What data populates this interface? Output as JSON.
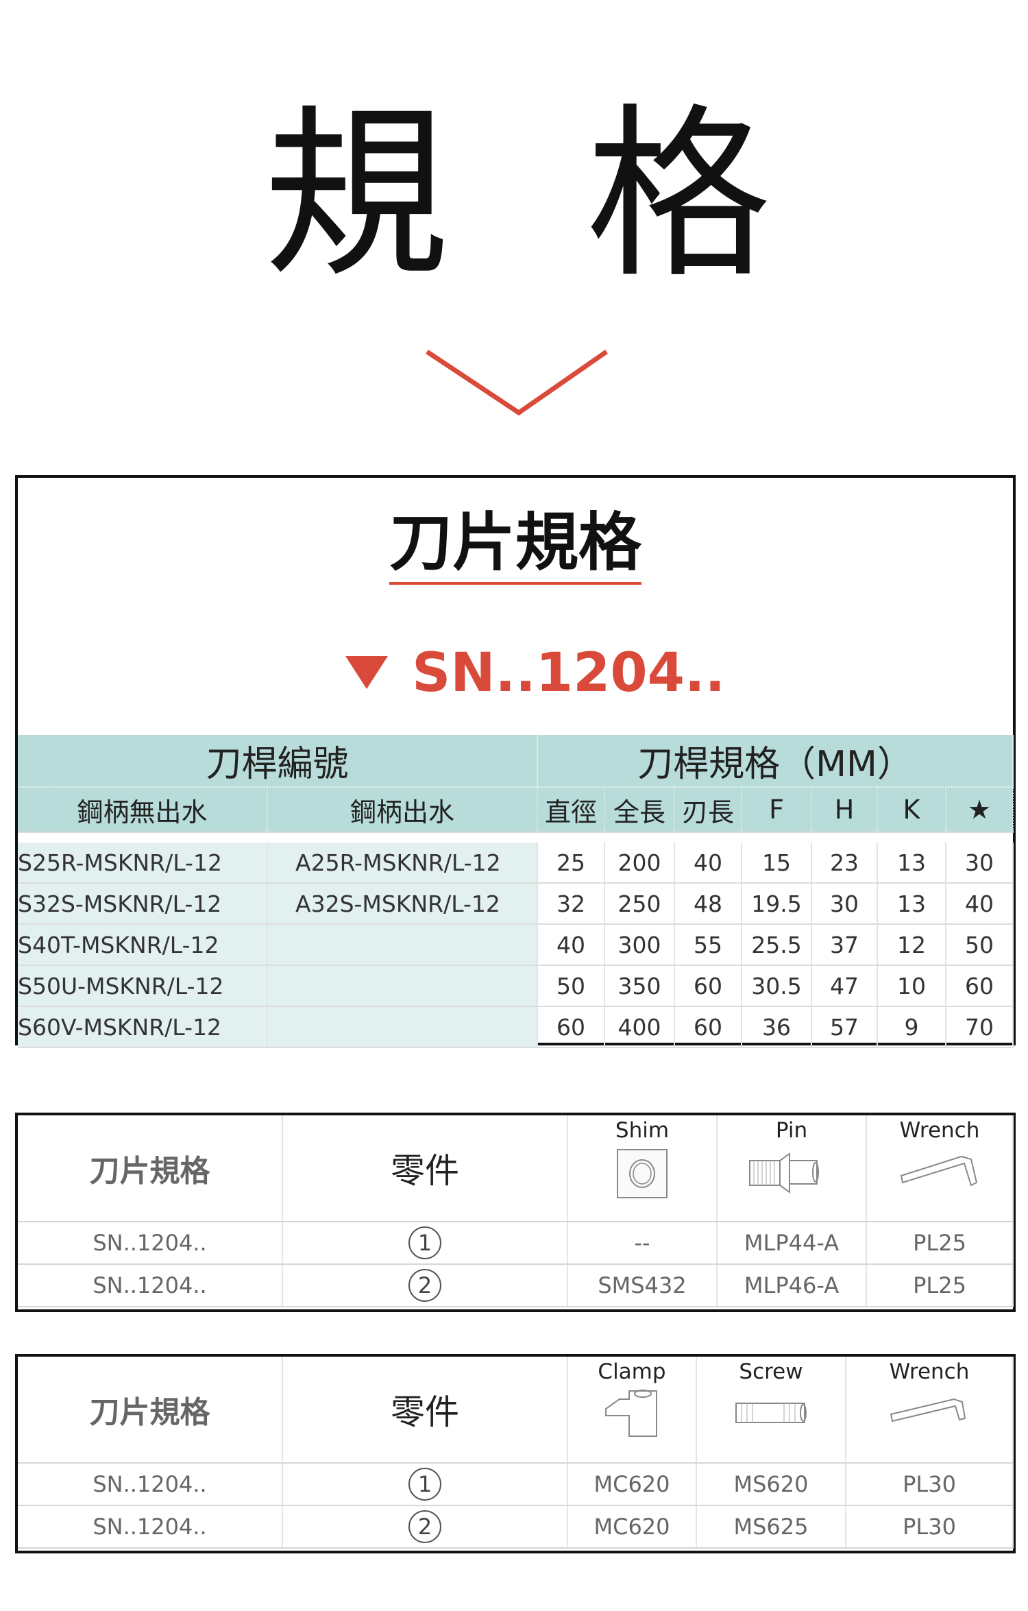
{
  "title": {
    "char1": "規",
    "char2": "格"
  },
  "blade_spec": {
    "heading": "刀片規格",
    "model": "SN..1204.."
  },
  "holder_table": {
    "group_headers": [
      "刀桿編號",
      "刀桿規格（MM）"
    ],
    "columns": [
      "鋼柄無出水",
      "鋼柄出水",
      "直徑",
      "全長",
      "刃長",
      "F",
      "H",
      "K",
      "★"
    ],
    "rows": [
      [
        "S25R-MSKNR/L-12",
        "A25R-MSKNR/L-12",
        "25",
        "200",
        "40",
        "15",
        "23",
        "13",
        "30"
      ],
      [
        "S32S-MSKNR/L-12",
        "A32S-MSKNR/L-12",
        "32",
        "250",
        "48",
        "19.5",
        "30",
        "13",
        "40"
      ],
      [
        "S40T-MSKNR/L-12",
        "",
        "40",
        "300",
        "55",
        "25.5",
        "37",
        "12",
        "50"
      ],
      [
        "S50U-MSKNR/L-12",
        "",
        "50",
        "350",
        "60",
        "30.5",
        "47",
        "10",
        "60"
      ],
      [
        "S60V-MSKNR/L-12",
        "",
        "60",
        "400",
        "60",
        "36",
        "57",
        "9",
        "70"
      ]
    ]
  },
  "parts_table_1": {
    "headers": [
      "刀片規格",
      "零件",
      "Shim",
      "Pin",
      "Wrench"
    ],
    "rows": [
      [
        "SN..1204..",
        "①",
        "--",
        "MLP44-A",
        "PL25"
      ],
      [
        "SN..1204..",
        "②",
        "SMS432",
        "MLP46-A",
        "PL25"
      ]
    ]
  },
  "parts_table_2": {
    "headers": [
      "刀片規格",
      "零件",
      "Clamp",
      "Screw",
      "Wrench"
    ],
    "rows": [
      [
        "SN..1204..",
        "①",
        "MC620",
        "MS620",
        "PL30"
      ],
      [
        "SN..1204..",
        "②",
        "MC620",
        "MS625",
        "PL30"
      ]
    ]
  },
  "colors": {
    "accent": "#d94a3a",
    "teal": "#b8dcd9",
    "light_teal": "#e2f0ef"
  }
}
